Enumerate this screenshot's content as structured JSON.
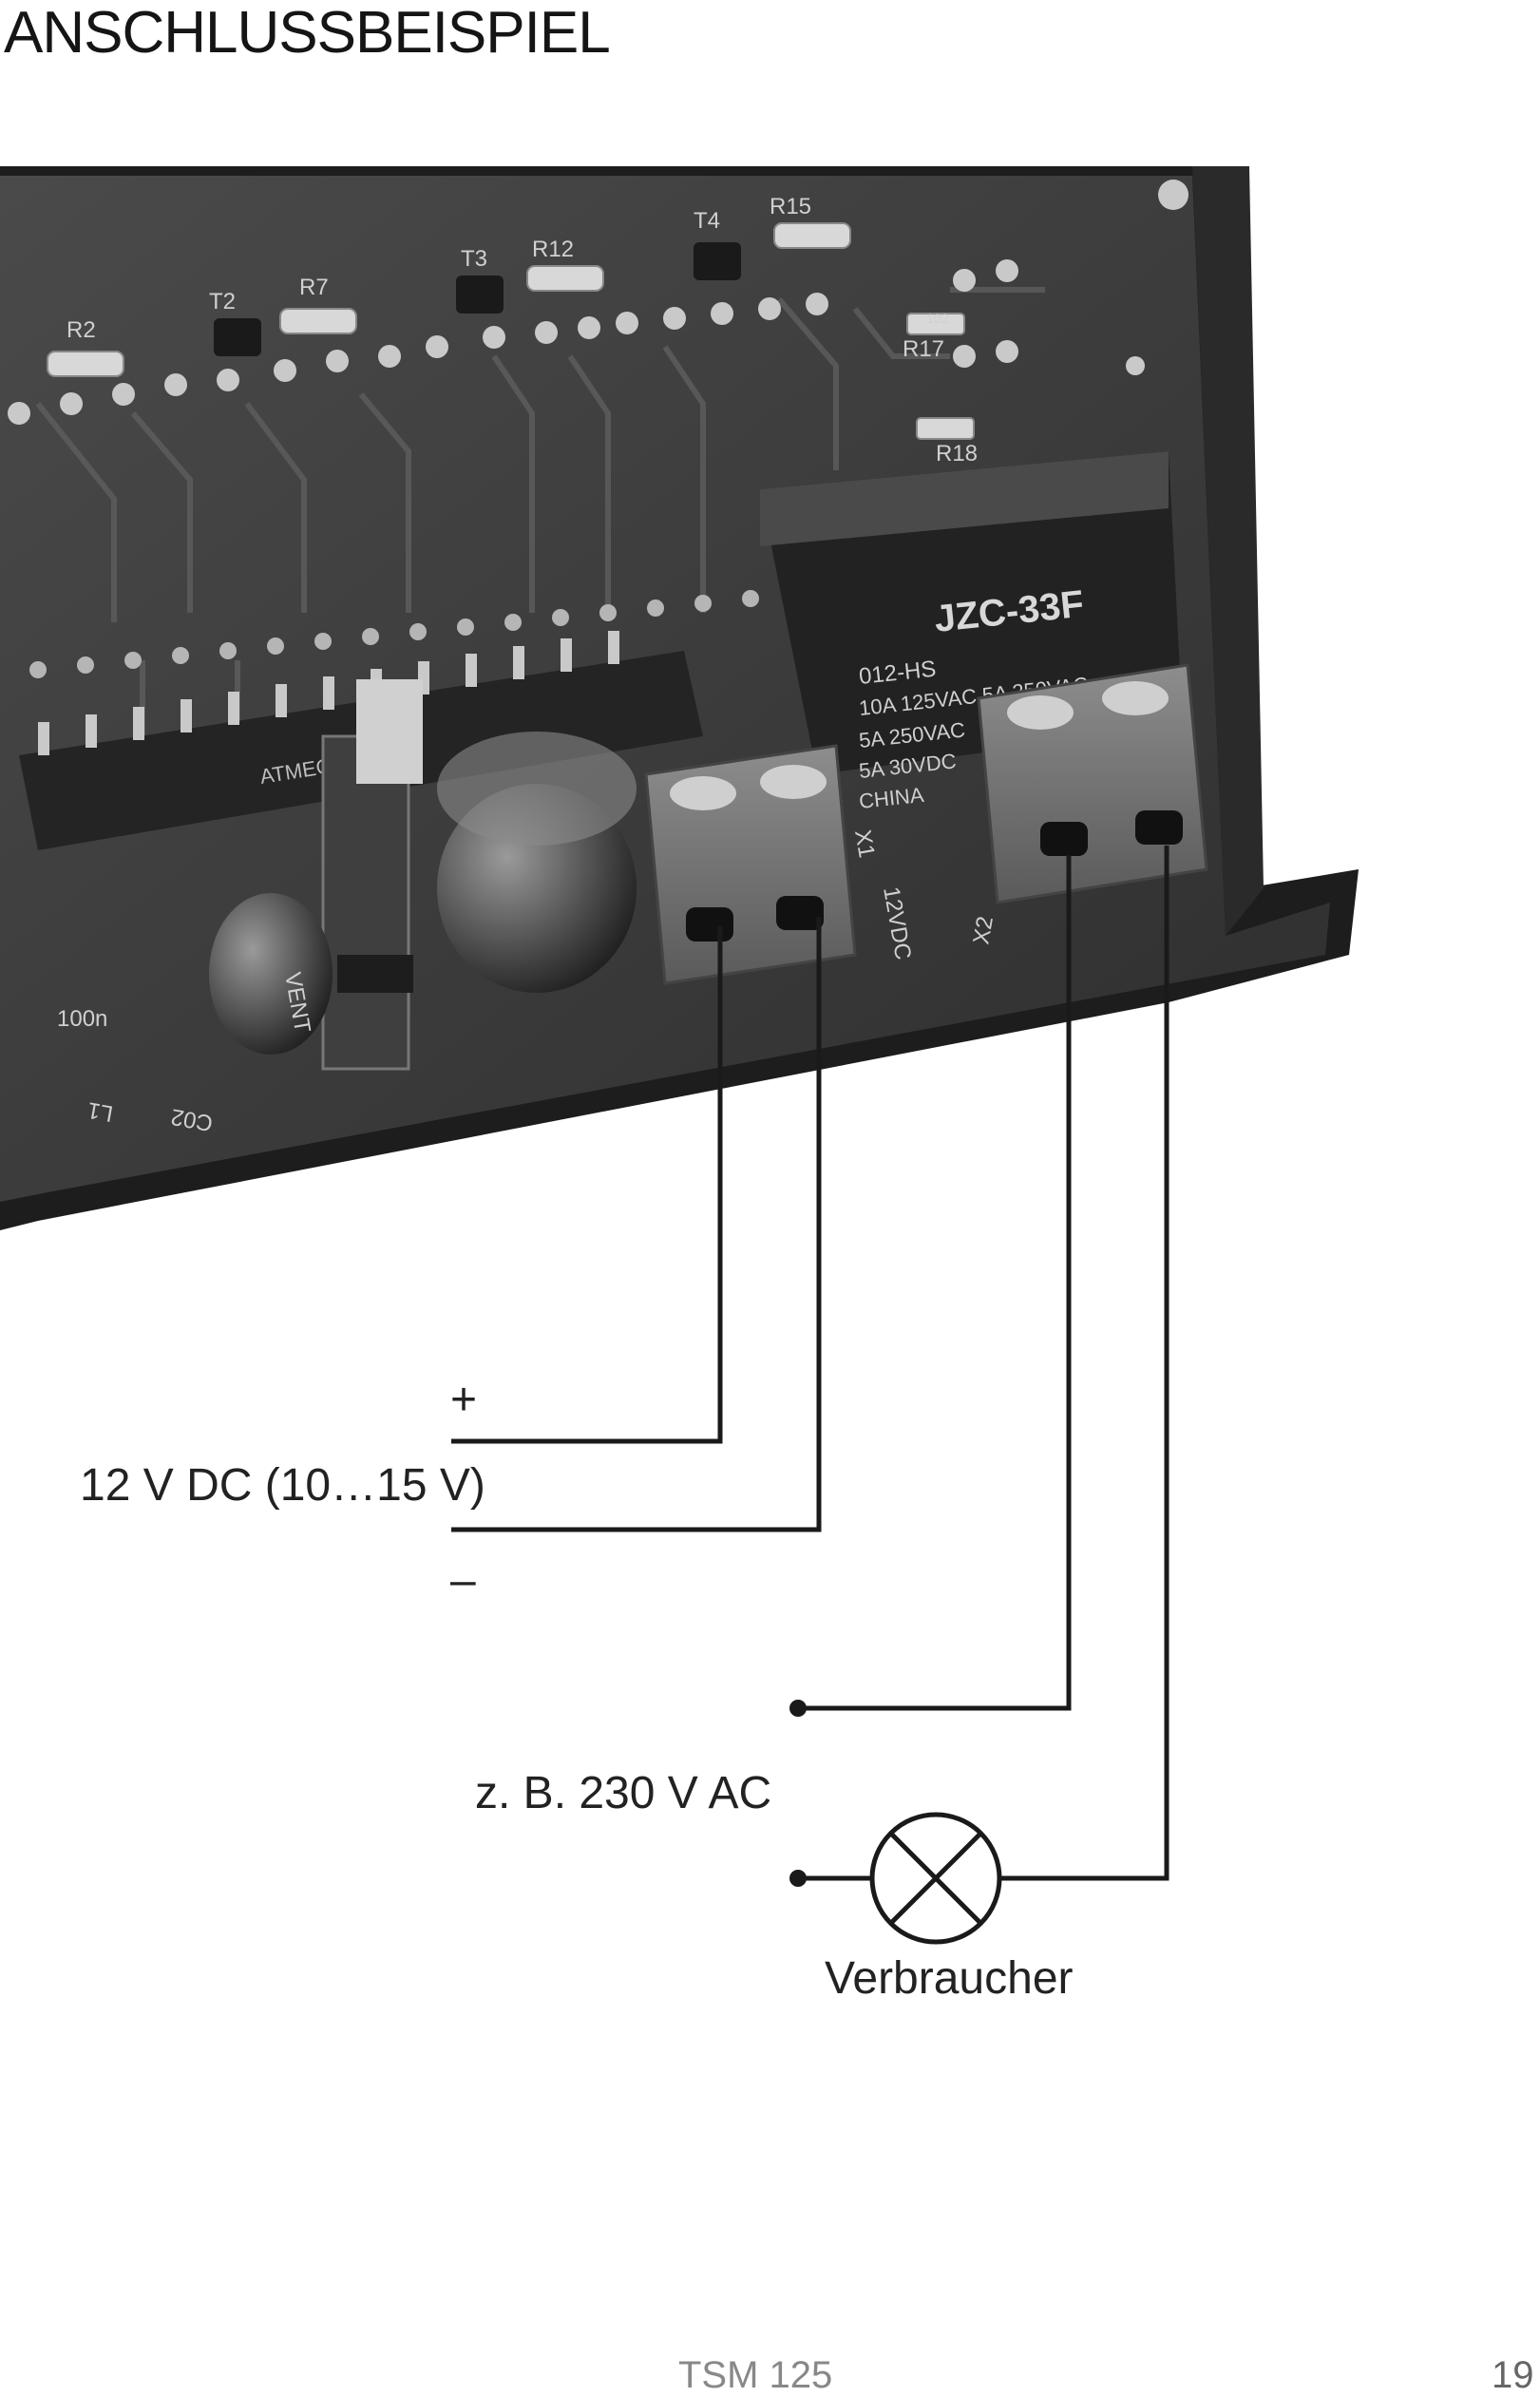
{
  "page": {
    "title": "ANSCHLUSSBEISPIEL",
    "footer_model": "TSM 125",
    "page_number": "19"
  },
  "photo": {
    "relay_brand": "JZC-33F",
    "relay_lines": [
      "012-HS",
      "10A 125VAC  5A 250VAC",
      "5A  250VAC",
      "5A   30VDC",
      "CHINA"
    ],
    "mcu_lines": [
      "ATMEGA"
    ],
    "board_labels": [
      "R2",
      "T2",
      "R7",
      "T3",
      "R12",
      "T4",
      "R15",
      "R17",
      "R18",
      "X1",
      "12VDC",
      "X2",
      "L1",
      "C02",
      "100n",
      "VENT"
    ],
    "smd_code": "102"
  },
  "diagram": {
    "plus_sign": "+",
    "supply_label": "12 V DC (10…15 V)",
    "minus_sign": "–",
    "load_voltage": "z. B. 230 V AC",
    "consumer_label": "Verbraucher",
    "consumer_symbol": "lamp-icon"
  }
}
